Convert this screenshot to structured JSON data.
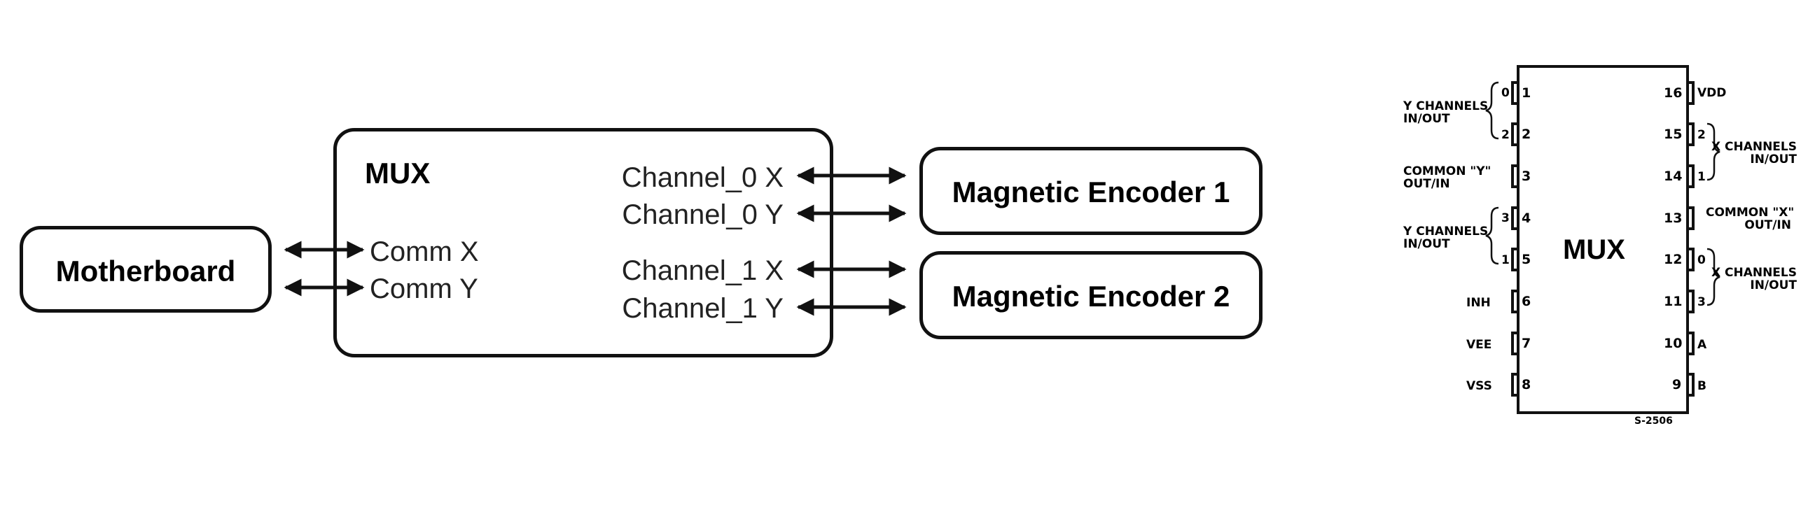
{
  "blocks": {
    "motherboard": "Motherboard",
    "mux_title": "MUX",
    "encoder1": "Magnetic Encoder 1",
    "encoder2": "Magnetic Encoder 2"
  },
  "mux_ports": {
    "comm_x": "Comm X",
    "comm_y": "Comm Y",
    "ch0x": "Channel_0 X",
    "ch0y": "Channel_0 Y",
    "ch1x": "Channel_1 X",
    "ch1y": "Channel_1 Y"
  },
  "pinout": {
    "chip_name": "MUX",
    "part_no": "S-2506",
    "left_pins": [
      "1",
      "2",
      "3",
      "4",
      "5",
      "6",
      "7",
      "8"
    ],
    "right_pins": [
      "16",
      "15",
      "14",
      "13",
      "12",
      "11",
      "10",
      "9"
    ],
    "left_labels": {
      "y_channels_top_1": "Y CHANNELS",
      "y_channels_top_2": "IN/OUT",
      "y_top_idx0": "0",
      "y_top_idx2": "2",
      "common_y_1": "COMMON \"Y\"",
      "common_y_2": "OUT/IN",
      "y_channels_bot_1": "Y CHANNELS",
      "y_channels_bot_2": "IN/OUT",
      "y_bot_idx3": "3",
      "y_bot_idx1": "1",
      "inh": "INH",
      "vee": "VEE",
      "vss": "VSS"
    },
    "right_labels": {
      "vdd": "VDD",
      "x_channels_top_1": "X CHANNELS",
      "x_channels_top_2": "IN/OUT",
      "x_top_idx2": "2",
      "x_top_idx1": "1",
      "common_x_1": "COMMON \"X\"",
      "common_x_2": "OUT/IN",
      "x_channels_bot_1": "X CHANNELS",
      "x_channels_bot_2": "IN/OUT",
      "x_bot_idx0": "0",
      "x_bot_idx3": "3",
      "a": "A",
      "b": "B"
    }
  }
}
